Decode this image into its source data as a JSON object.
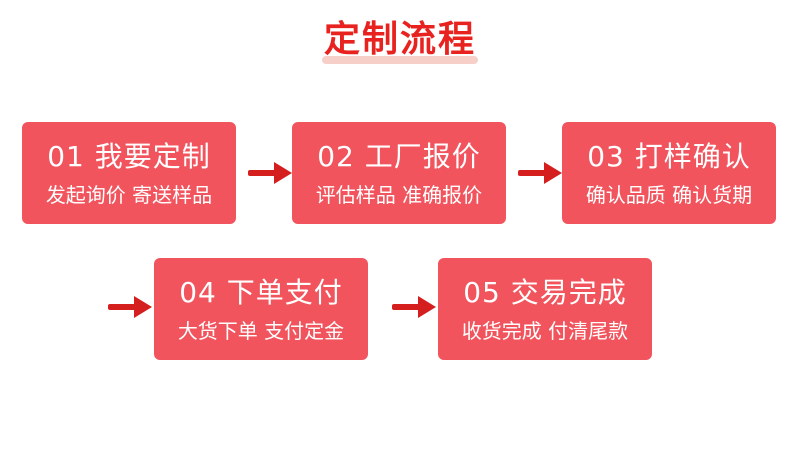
{
  "title": "定制流程",
  "colors": {
    "title": "#e8231f",
    "card": "#f1545d",
    "arrow": "#d51f1f"
  },
  "steps": [
    {
      "title": "01 我要定制",
      "desc": "发起询价 寄送样品"
    },
    {
      "title": "02 工厂报价",
      "desc": "评估样品 准确报价"
    },
    {
      "title": "03 打样确认",
      "desc": "确认品质 确认货期"
    },
    {
      "title": "04 下单支付",
      "desc": "大货下单 支付定金"
    },
    {
      "title": "05 交易完成",
      "desc": "收货完成 付清尾款"
    }
  ],
  "arrow_icon": "right-arrow-icon"
}
